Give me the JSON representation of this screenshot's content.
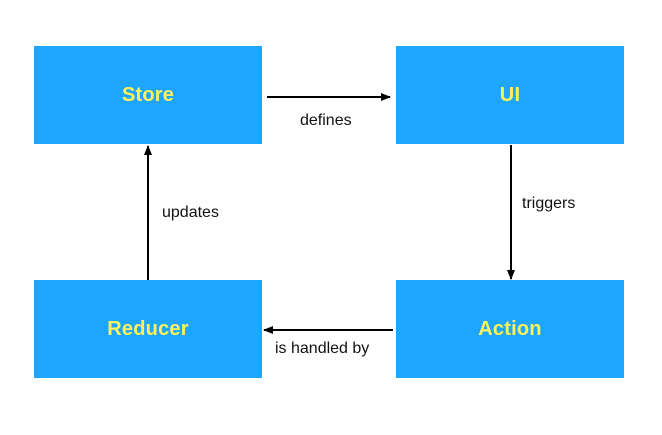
{
  "colors": {
    "box_fill": "#1ea6ff",
    "box_text": "#fff25a",
    "arrow": "#000000"
  },
  "nodes": {
    "store": "Store",
    "ui": "UI",
    "action": "Action",
    "reducer": "Reducer"
  },
  "edges": {
    "store_to_ui": "defines",
    "ui_to_action": "triggers",
    "action_to_reducer": "is handled by",
    "reducer_to_store": "updates"
  }
}
